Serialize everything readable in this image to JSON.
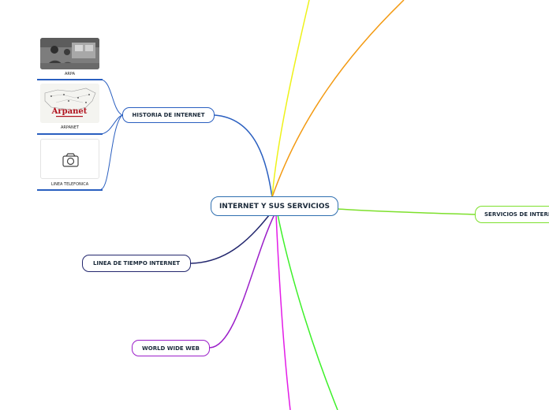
{
  "colors": {
    "blue": "#2a5fc0",
    "navy": "#23276e",
    "yellow": "#eef219",
    "orange": "#f39a12",
    "green": "#7de02c",
    "bright_green": "#3ef02a",
    "magenta": "#e31ce7",
    "purple": "#9b1ec9"
  },
  "root": {
    "label": "INTERNET Y SUS SERVICIOS"
  },
  "topics": {
    "historia": "HISTORIA DE INTERNET",
    "linea_tiempo": "LINEA DE TIEMPO INTERNET",
    "www": "WORLD WIDE WEB",
    "servicios": "SERVICIOS DE INTERNET"
  },
  "subtopics": {
    "arpa": {
      "caption": "ARPA",
      "image": "people-at-computers-photo"
    },
    "arpanet": {
      "caption": "ARPANET",
      "image": "arpanet-map",
      "logo_text": "Arpanet"
    },
    "linea_telefonica": {
      "caption": "LINEA TELEFONICA",
      "image": "camera-icon"
    }
  }
}
